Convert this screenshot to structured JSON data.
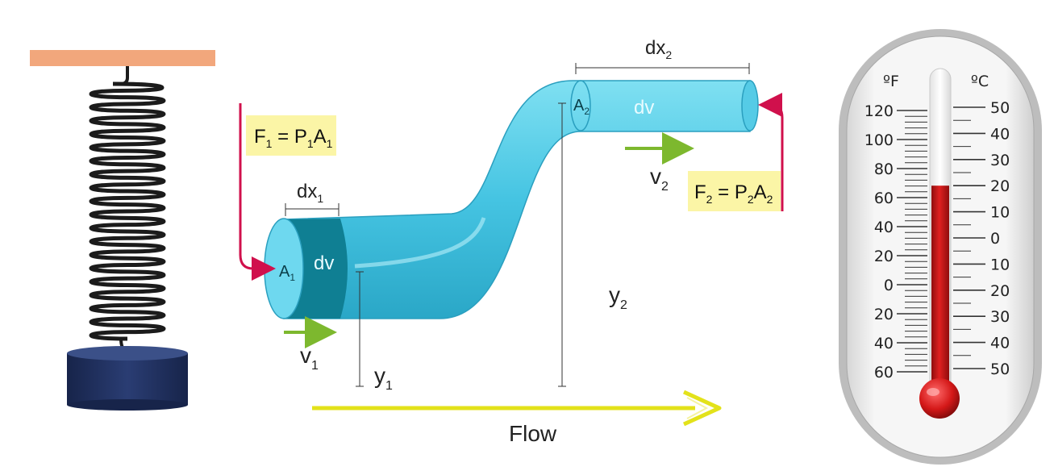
{
  "colors": {
    "ceiling": "#F2A77C",
    "spring": "#1b1b1b",
    "mass": "#1f2f5c",
    "pipe": "#4cc9e6",
    "pipe_dark": "#0f7f93",
    "force_arrow": "#d0104c",
    "velocity_arrow": "#7db82e",
    "flow_arrow": "#e3e21a",
    "label_bg": "#fbf5a6",
    "mercury": "#c51717"
  },
  "pipe_diagram": {
    "force_in": {
      "main": "F",
      "sub1": "1",
      "eq": " = P",
      "sub2": "1",
      "a": "A",
      "sub3": "1"
    },
    "force_out": {
      "main": "F",
      "sub1": "2",
      "eq": " = P",
      "sub2": "2",
      "a": "A",
      "sub3": "2"
    },
    "dx1": {
      "main": "dx",
      "sub": "1"
    },
    "dx2": {
      "main": "dx",
      "sub": "2"
    },
    "area1": {
      "main": "A",
      "sub": "1"
    },
    "area2": {
      "main": "A",
      "sub": "2"
    },
    "dv1": "dv",
    "dv2": "dv",
    "v1": {
      "main": "v",
      "sub": "1"
    },
    "v2": {
      "main": "v",
      "sub": "2"
    },
    "y1": {
      "main": "y",
      "sub": "1"
    },
    "y2": {
      "main": "y",
      "sub": "2"
    },
    "flow": "Flow"
  },
  "thermometer": {
    "unit_f": "ºF",
    "unit_c": "ºC",
    "f_labels": [
      "120",
      "100",
      "80",
      "60",
      "40",
      "20",
      "0",
      "20",
      "40",
      "60"
    ],
    "c_labels": [
      "50",
      "40",
      "30",
      "20",
      "10",
      "0",
      "10",
      "20",
      "30",
      "40",
      "50"
    ],
    "level_c": 20
  }
}
